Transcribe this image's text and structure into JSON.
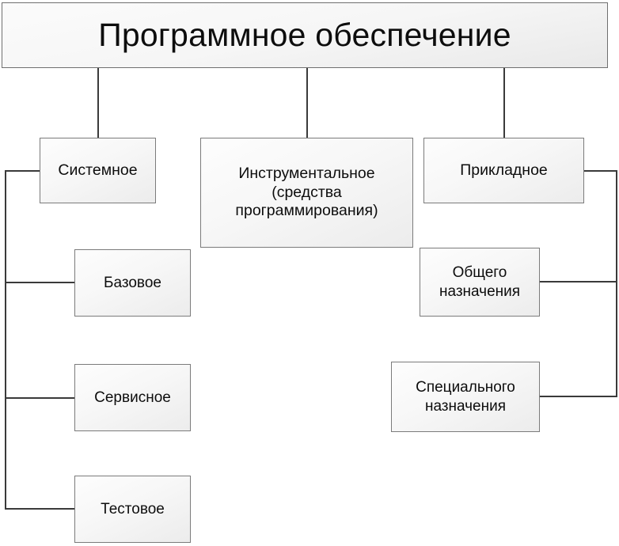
{
  "diagram": {
    "title": "Программное обеспечение",
    "type": "hierarchy-tree",
    "colors": {
      "box_border": "#7b7b7b",
      "box_fill_light": "#fdfdfd",
      "box_fill_dark": "#ececec",
      "line": "#3a3a3a",
      "text": "#0d0d0d",
      "background": "#ffffff"
    },
    "root": {
      "label": "Программное обеспечение"
    },
    "level2": [
      {
        "label": "Системное"
      },
      {
        "label": "Инструментальное\n(средства\nпрограммирования)"
      },
      {
        "label": "Прикладное"
      }
    ],
    "system_children": [
      {
        "label": "Базовое"
      },
      {
        "label": "Сервисное"
      },
      {
        "label": "Тестовое"
      }
    ],
    "applied_children": [
      {
        "label": "Общего\nназначения"
      },
      {
        "label": "Специального\nназначения"
      }
    ]
  }
}
